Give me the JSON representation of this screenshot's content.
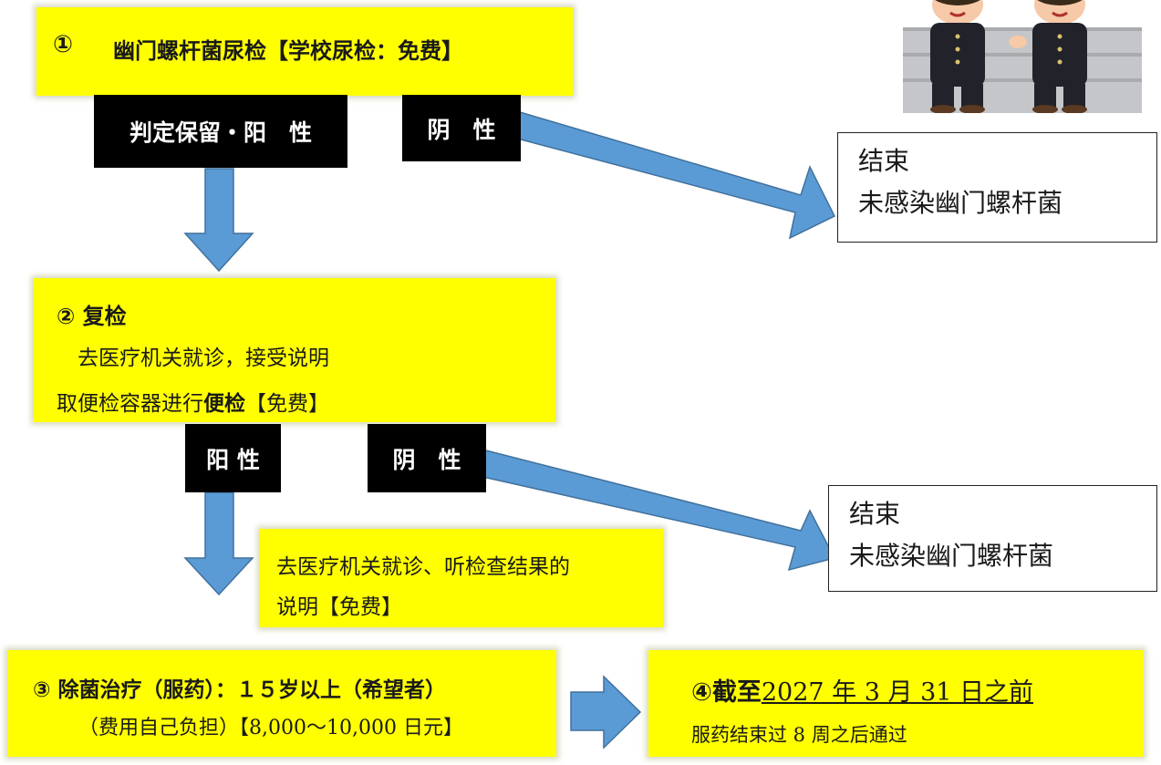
{
  "step1": {
    "num": "①",
    "title": "幽门螺杆菌尿检【学校尿检：免费】"
  },
  "step1_labels": {
    "positive": "判定保留・阳　性",
    "negative": "阴　性"
  },
  "end1": {
    "line1": "结束",
    "line2": "未感染幽门螺杆菌"
  },
  "step2": {
    "title": "② 复检",
    "line1": "去医疗机关就诊，接受说明",
    "line2_prefix": "取便检容器进行",
    "line2_bold": "便检",
    "line2_suffix": "【免费】"
  },
  "step2_labels": {
    "positive": "阳 性",
    "negative": "阴　性"
  },
  "end2": {
    "line1": "结束",
    "line2": "未感染幽门螺杆菌"
  },
  "result_box": {
    "line1": "去医疗机关就诊、听检查结果的",
    "line2": "说明【免费】"
  },
  "step3": {
    "title": "③ 除菌治疗（服药）：１５岁以上（希望者）",
    "line2": "（费用自己负担）【8,000～10,000 日元】"
  },
  "step4": {
    "title_prefix": "④截至",
    "title_date": "2027 年 3 月 31 日之前",
    "line2": "服药结束过 8 周之后通过"
  },
  "colors": {
    "highlight": "#ffff00",
    "arrow_fill": "#5b9bd5",
    "arrow_stroke": "#41719c",
    "label_bg": "#000000"
  },
  "illustration": "two-students-sitting-icon"
}
